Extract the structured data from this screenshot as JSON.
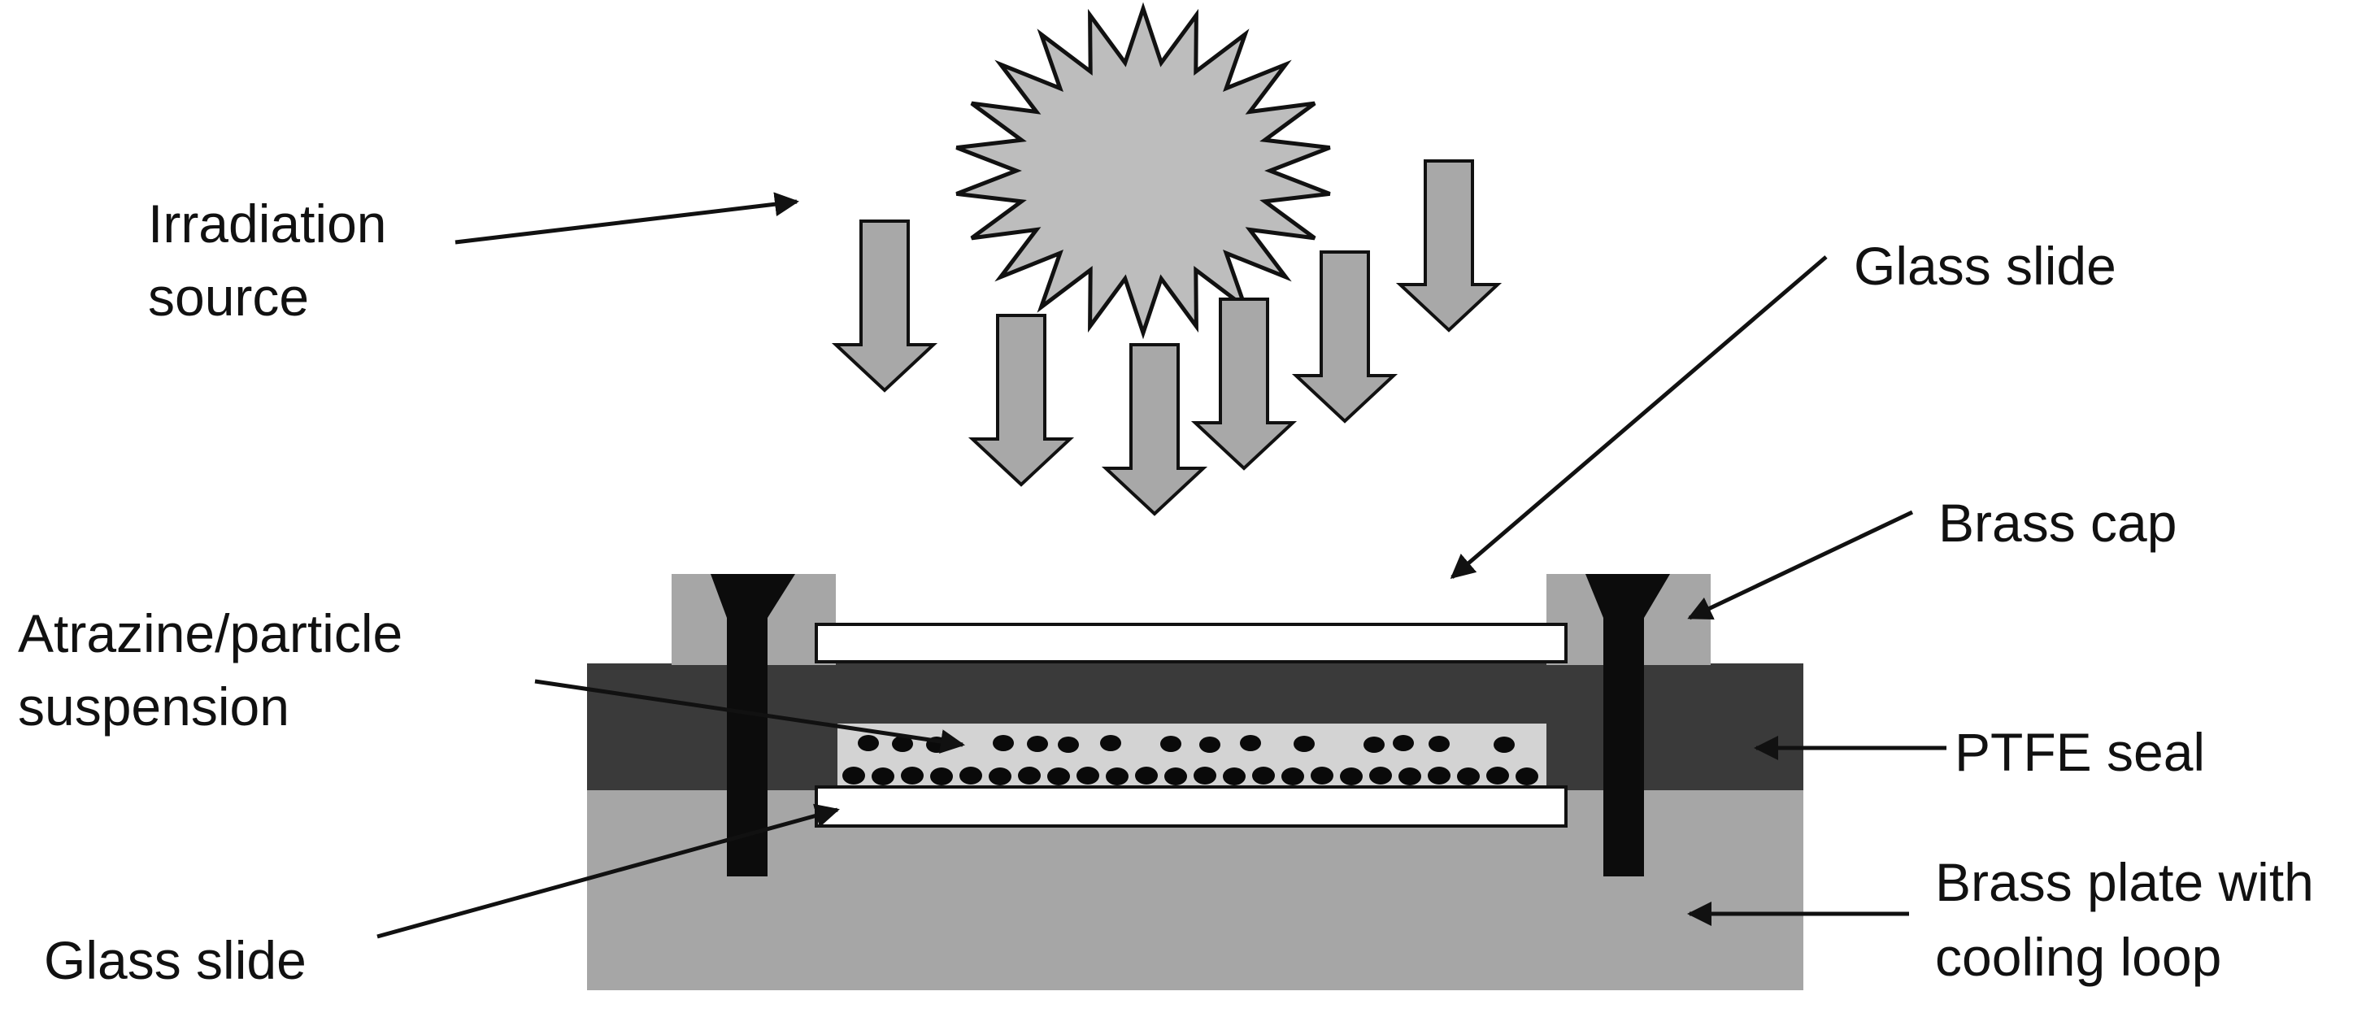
{
  "labels": {
    "irradiation_line1": "Irradiation",
    "irradiation_line2": "source",
    "glass_slide_top": "Glass slide",
    "brass_cap": "Brass cap",
    "suspension_line1": "Atrazine/particle",
    "suspension_line2": "suspension",
    "ptfe_seal": "PTFE seal",
    "glass_slide_bottom": "Glass slide",
    "brass_plate_line1": "Brass plate with",
    "brass_plate_line2": "cooling loop"
  },
  "colors": {
    "brass_plate": "#a6a6a6",
    "brass_cap": "#a6a6a6",
    "ptfe_seal": "#3a3a3a",
    "screw": "#0c0c0c",
    "glass": "#ffffff",
    "suspension_bg": "#d3d3d3",
    "particles": "#0a0a0a",
    "light_arrow_fill": "#a8a8a8",
    "sun_fill": "#bdbdbd",
    "outline": "#111111"
  },
  "icons": {
    "source": "sun-starburst-icon",
    "rays": "down-arrow-icon"
  }
}
